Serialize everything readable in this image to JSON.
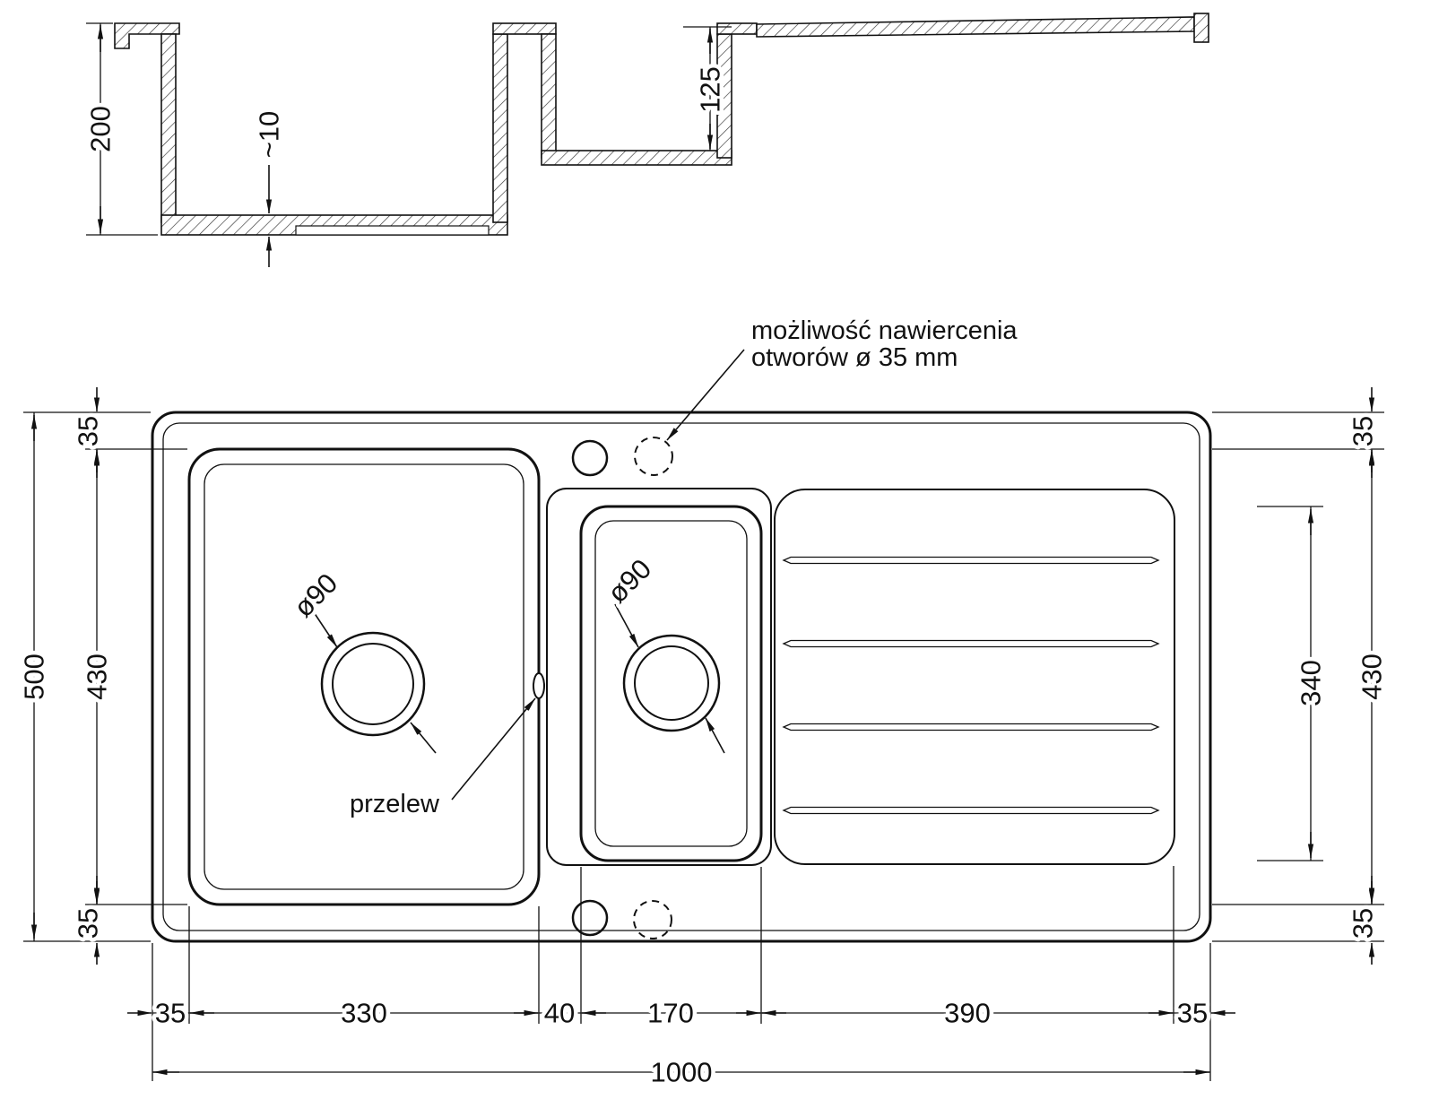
{
  "labels": {
    "drill_note_line1": "możliwość nawiercenia",
    "drill_note_line2": "otworów ø 35 mm",
    "overflow": "przelew",
    "drain_left_diameter": "ø90",
    "drain_small_diameter": "ø90"
  },
  "section_dims": {
    "main_depth": "200",
    "bottom_thickness": "~10",
    "small_bowl_depth": "125"
  },
  "plan_dims": {
    "overall_length": "1000",
    "overall_width": "500",
    "left_margin_top": "35",
    "bowl_span_left": "430",
    "left_margin_bottom": "35",
    "right_margin_top": "35",
    "bowl_span_right": "430",
    "drainer_span": "340",
    "right_margin_bottom": "35",
    "bottom_edge_left": "35",
    "bottom_bowl_width": "330",
    "bottom_divider": "40",
    "bottom_small_bowl": "170",
    "bottom_drainer": "390",
    "bottom_edge_right": "35"
  }
}
